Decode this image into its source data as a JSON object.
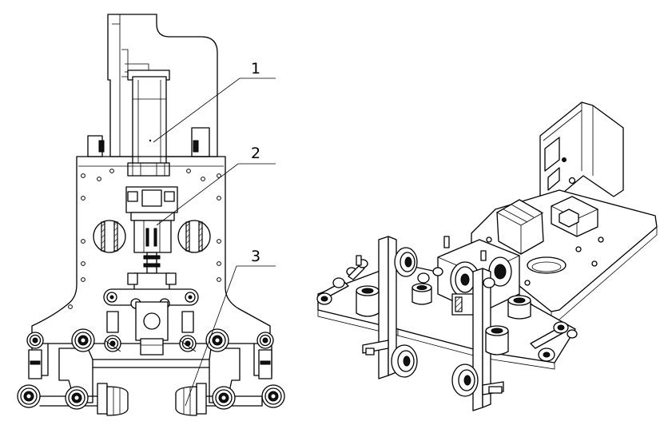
{
  "callouts": {
    "c1": {
      "label": "1"
    },
    "c2": {
      "label": "2"
    },
    "c3": {
      "label": "3"
    }
  }
}
